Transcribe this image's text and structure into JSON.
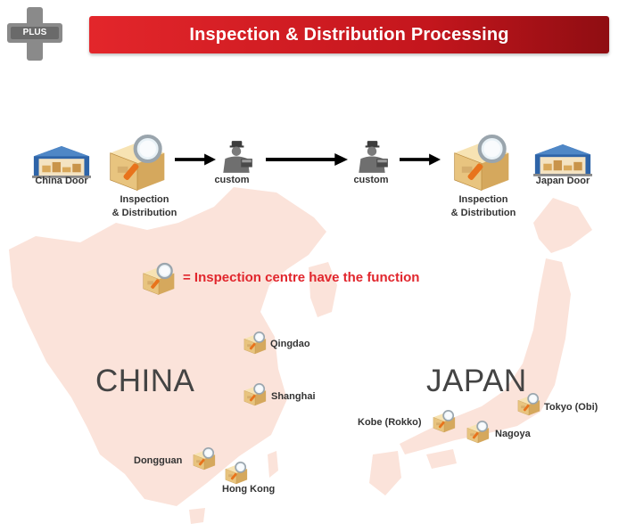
{
  "header": {
    "badge_label": "PLUS",
    "title": "Inspection & Distribution Processing"
  },
  "flow": {
    "china_door": "China Door",
    "inspection_left_line1": "Inspection",
    "inspection_left_line2": "& Distribution",
    "custom_left": "custom",
    "custom_right": "custom",
    "inspection_right_line1": "Inspection",
    "inspection_right_line2": "& Distribution",
    "japan_door": "Japan Door"
  },
  "legend": {
    "text": "= Inspection centre have the function"
  },
  "countries": {
    "china": "CHINA",
    "japan": "JAPAN"
  },
  "cities": {
    "qingdao": "Qingdao",
    "shanghai": "Shanghai",
    "dongguan": "Dongguan",
    "hong_kong": "Hong Kong",
    "kobe": "Kobe (Rokko)",
    "nagoya": "Nagoya",
    "tokyo": "Tokyo (Obi)"
  },
  "colors": {
    "accent_red": "#e1262d",
    "map_fill": "#fbe3da",
    "box_tan": "#e9c98a"
  }
}
